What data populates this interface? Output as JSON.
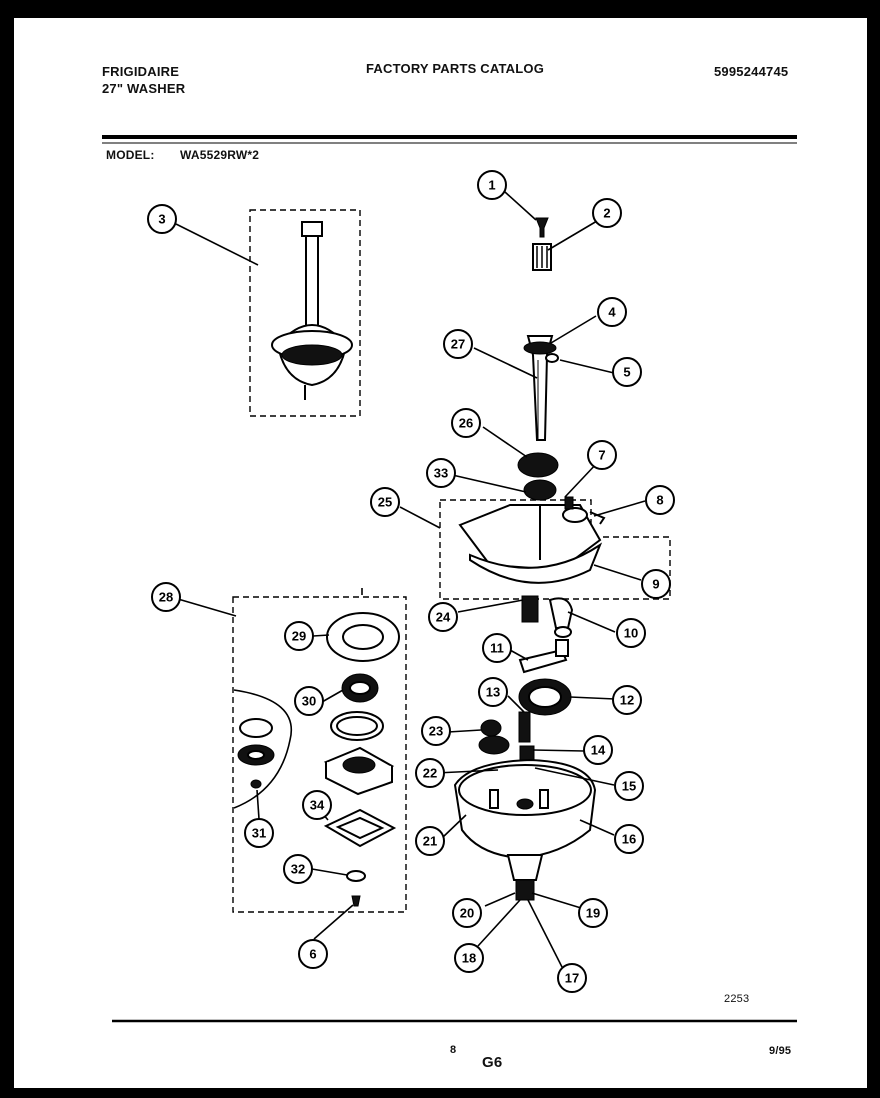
{
  "header": {
    "brand": "FRIGIDAIRE",
    "product": "27\" WASHER",
    "catalog_title": "FACTORY PARTS CATALOG",
    "catalog_number": "5995244745",
    "model_label": "MODEL:",
    "model_number": "WA5529RW*2"
  },
  "diagram": {
    "drawing_number": "2253",
    "callouts": [
      "1",
      "2",
      "3",
      "4",
      "5",
      "6",
      "7",
      "8",
      "9",
      "10",
      "11",
      "12",
      "13",
      "14",
      "15",
      "16",
      "17",
      "18",
      "19",
      "20",
      "21",
      "22",
      "23",
      "24",
      "25",
      "26",
      "27",
      "28",
      "29",
      "30",
      "31",
      "32",
      "33",
      "34"
    ]
  },
  "footer": {
    "page_number": "8",
    "section_code": "G6",
    "date": "9/95"
  }
}
